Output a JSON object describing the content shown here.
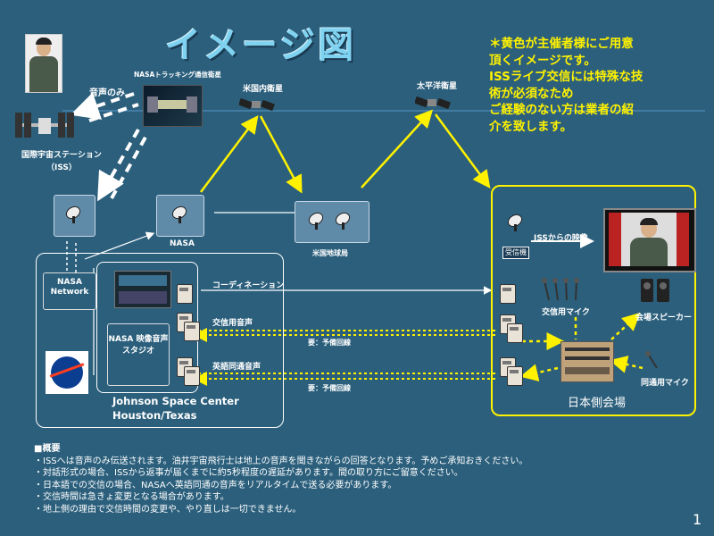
{
  "title": "イメージ図",
  "note": [
    "＊黄色が主催者様にご用意",
    "頂くイメージです。",
    "ISSライブ交信には特殊な技",
    "術が必須なため",
    "ご経験のない方は業者の紹",
    "介を致します。"
  ],
  "labels": {
    "audio_only": "音声のみ",
    "nasa_tracking": "NASAトラッキング通信衛星",
    "us_satellite": "米国内衛星",
    "pacific_satellite": "太平洋衛星",
    "iss_name": "国際宇宙ステーション",
    "iss_abbr": "（ISS）",
    "nasa": "NASA",
    "us_ground": "米国地球局",
    "nasa_network": "NASA Network",
    "coordination": "コーディネーション",
    "comm_audio": "交信用音声",
    "backup_line": "要：予備回線",
    "interp_audio": "英語同通音声",
    "studio": "NASA 映像音声 スタジオ",
    "jsc": "Johnson Space Center",
    "jsc_loc": "Houston/Texas",
    "iss_video": "ISSからの映像",
    "receiver": "受信機",
    "comm_mic": "交信用マイク",
    "venue_speaker": "会場スピーカー",
    "interp_mic": "同通用マイク",
    "japan_venue": "日本側会場"
  },
  "overview": {
    "heading": "■概要",
    "items": [
      "・ISSへは音声のみ伝送されます。油井宇宙飛行士は地上の音声を聞きながらの回答となります。予めご承知おきください。",
      "・対話形式の場合、ISSから返事が届くまでに約5秒程度の遅延があります。間の取り方にご留意ください。",
      "・日本語での交信の場合、NASAへ英語同通の音声をリアルタイムで送る必要があります。",
      "・交信時間は急きょ変更となる場合があります。",
      "・地上側の理由で交信時間の変更や、やり直しは一切できません。"
    ]
  },
  "page_number": "1",
  "colors": {
    "background": "#2b5f7c",
    "accent_yellow": "#fff200",
    "title_fill": "#7fd3f0",
    "box_fill": "#5f8aa8"
  }
}
